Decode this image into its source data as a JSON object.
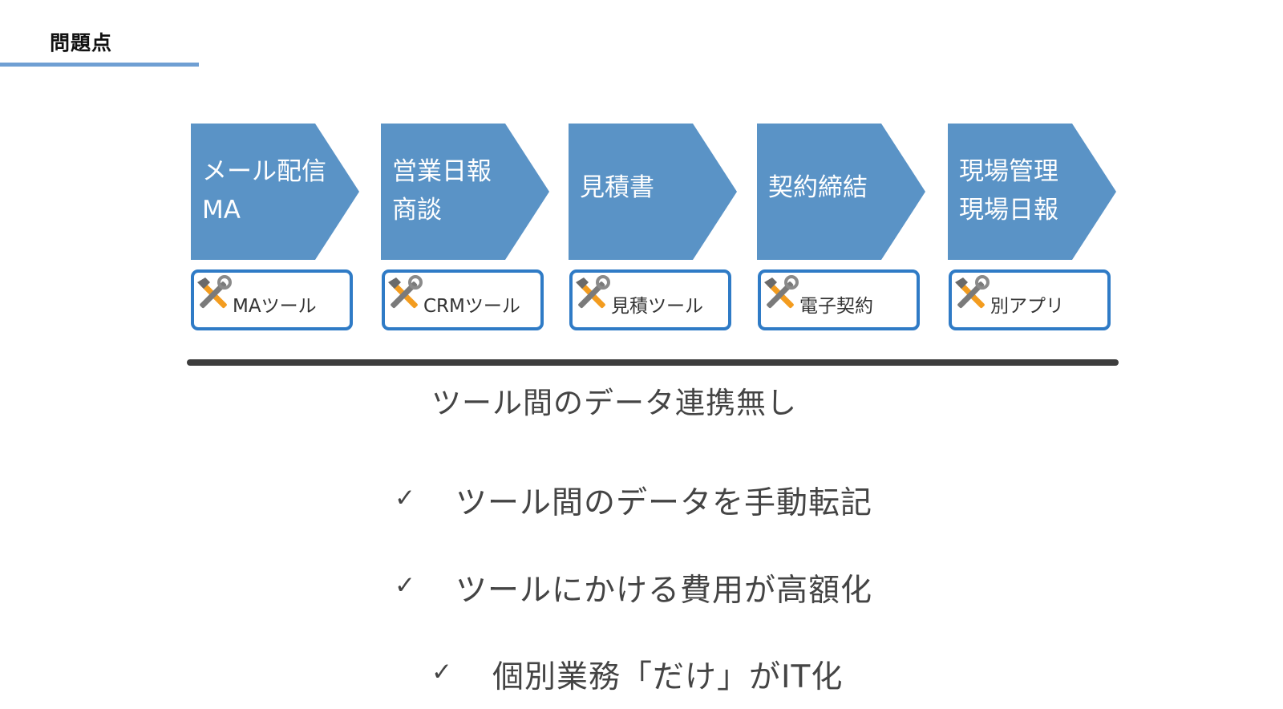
{
  "page": {
    "title": "問題点"
  },
  "flow": {
    "steps": [
      {
        "lines": [
          "メール配信",
          "MA"
        ]
      },
      {
        "lines": [
          "営業日報",
          "商談"
        ]
      },
      {
        "lines": [
          "見積書"
        ]
      },
      {
        "lines": [
          "契約締結"
        ]
      },
      {
        "lines": [
          "現場管理",
          "現場日報"
        ]
      }
    ],
    "tools": [
      {
        "label": "MAツール",
        "icon": "tools-icon"
      },
      {
        "label": "CRMツール",
        "icon": "tools-icon"
      },
      {
        "label": "見積ツール",
        "icon": "tools-icon"
      },
      {
        "label": "電子契約",
        "icon": "tools-icon"
      },
      {
        "label": "別アプリ",
        "icon": "tools-icon"
      }
    ],
    "no_link_text": "ツール間のデータ連携無し"
  },
  "issues": {
    "check_mark": "✓",
    "items": [
      "ツール間のデータを手動転記",
      "ツールにかける費用が高額化",
      "個別業務「だけ」がIT化"
    ]
  },
  "colors": {
    "chevron_fill": "#5a93c6",
    "tool_border": "#2f7bc6",
    "title_underline": "#6f9fd3"
  }
}
